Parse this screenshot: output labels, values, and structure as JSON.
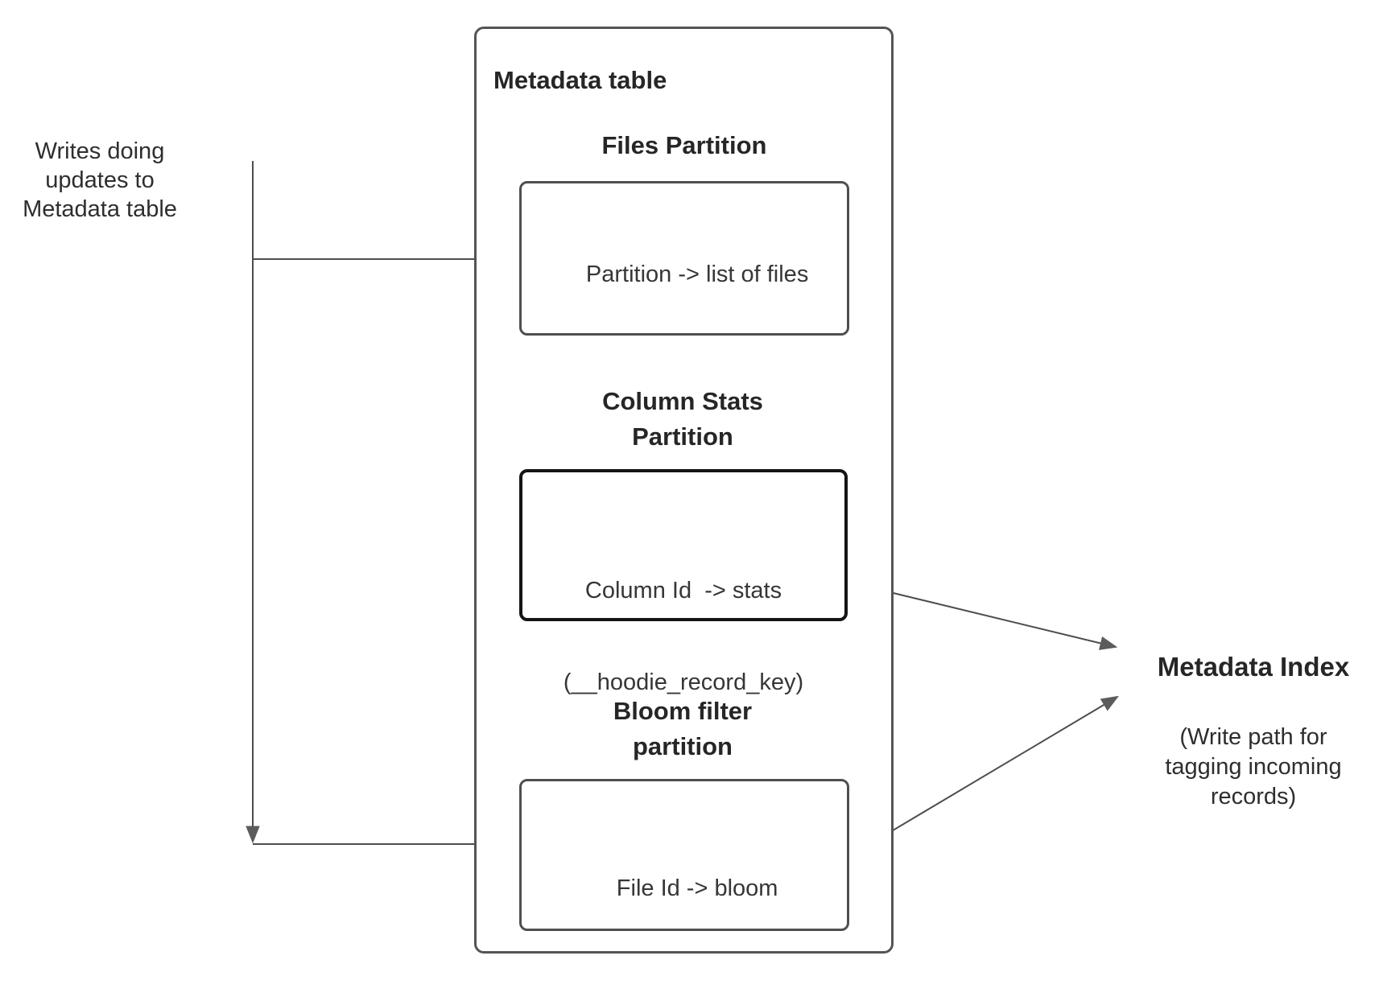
{
  "colors": {
    "background": "#ffffff",
    "line": "#4d4d4d",
    "box_border": "#4f4f4f",
    "stats_box_border": "#141414",
    "arrow_fill": "#5c5c5c",
    "text": "#333333"
  },
  "notes": {
    "writes": "Writes doing updates to Metadata table"
  },
  "metadata_table": {
    "title": "Metadata table",
    "sections": [
      {
        "heading": "Files Partition",
        "content": "Partition -> list of files"
      },
      {
        "heading": "Column Stats Partition",
        "content": "Column Id  -> stats",
        "content2": "(__hoodie_record_key)"
      },
      {
        "heading": "Bloom filter partition",
        "content": "File Id -> bloom"
      }
    ]
  },
  "metadata_index": {
    "title": "Metadata Index",
    "note": "(Write path for tagging incoming records)"
  }
}
